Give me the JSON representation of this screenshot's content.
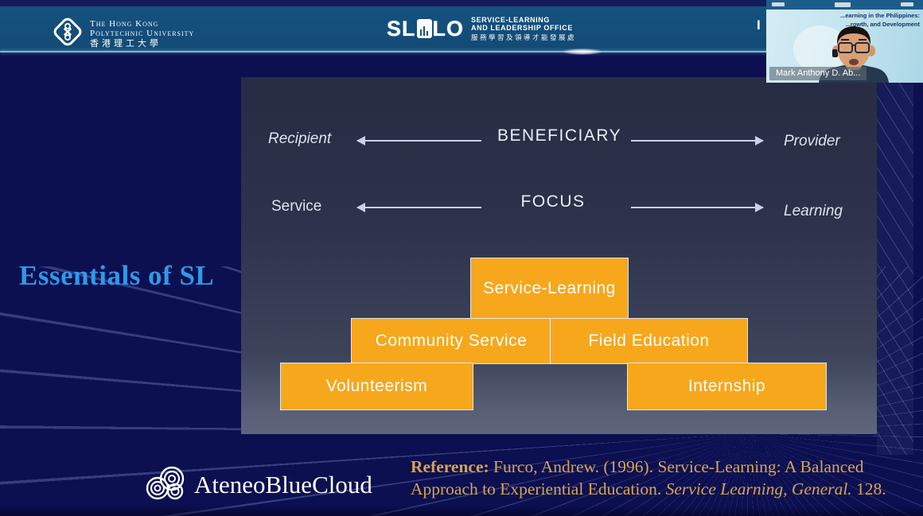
{
  "header": {
    "polyu": {
      "line1": "The Hong Kong",
      "line2": "Polytechnic University",
      "line3": "香港理工大學"
    },
    "sllo": {
      "acronym_left": "SL",
      "acronym_right": "LO",
      "line1": "SERVICE-LEARNING",
      "line2": "AND LEADERSHIP OFFICE",
      "line3": "服務學習及領導才能發展處"
    },
    "partial_text": "I"
  },
  "webcam": {
    "name": "Mark Anthony D. Ab...",
    "caption_line1": "...earning in the Philippines:",
    "caption_line2": "...rowth, and Development"
  },
  "slide": {
    "title": "Essentials of SL",
    "diagram": {
      "rows": [
        {
          "left": "Recipient",
          "center": "BENEFICIARY",
          "right": "Provider"
        },
        {
          "left": "Service",
          "center": "FOCUS",
          "right": "Learning"
        }
      ],
      "pyramid": {
        "top": "Service-Learning",
        "middle_left": "Community Service",
        "middle_right": "Field Education",
        "bottom_left": "Volunteerism",
        "bottom_right": "Internship"
      }
    }
  },
  "footer": {
    "logo_text": "AteneoBlueCloud",
    "reference_label": "Reference:",
    "reference_line1_rest": " Furco, Andrew. (1996). Service-Learning: A Balanced",
    "reference_line2_pre": "Approach to Experiential Education. ",
    "reference_line2_italic": "Service Learning, General.",
    "reference_line2_post": " 128."
  },
  "colors": {
    "accent_orange": "#F7A71C",
    "header_blue": "#15527F",
    "background_navy": "#0C1050",
    "panel_slate": "#2D324A",
    "title_blue": "#2F99E8",
    "reference_gold": "#D8A351"
  }
}
